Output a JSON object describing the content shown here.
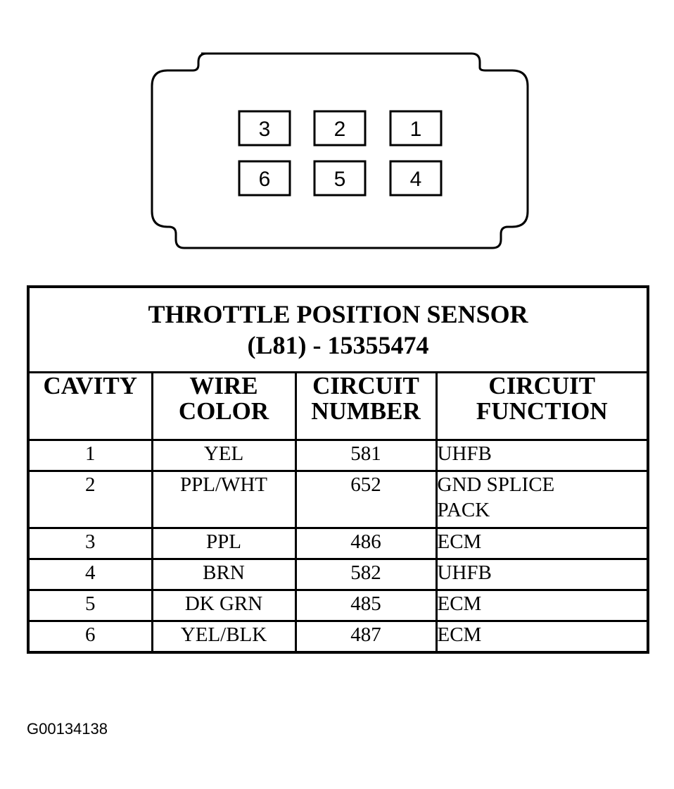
{
  "connector": {
    "cavities_row1": [
      "3",
      "2",
      "1"
    ],
    "cavities_row2": [
      "6",
      "5",
      "4"
    ]
  },
  "table": {
    "title_line1": "THROTTLE POSITION SENSOR",
    "title_line2": "(L81) - 15355474",
    "headers": [
      {
        "line1": "CAVITY",
        "line2": ""
      },
      {
        "line1": "WIRE",
        "line2": "COLOR"
      },
      {
        "line1": "CIRCUIT",
        "line2": "NUMBER"
      },
      {
        "line1": "CIRCUIT",
        "line2": "FUNCTION"
      }
    ],
    "rows": [
      {
        "cavity": "1",
        "color": "YEL",
        "number": "581",
        "function_line1": "UHFB",
        "function_line2": ""
      },
      {
        "cavity": "2",
        "color": "PPL/WHT",
        "number": "652",
        "function_line1": "GND SPLICE",
        "function_line2": "PACK"
      },
      {
        "cavity": "3",
        "color": "PPL",
        "number": "486",
        "function_line1": "ECM",
        "function_line2": ""
      },
      {
        "cavity": "4",
        "color": "BRN",
        "number": "582",
        "function_line1": "UHFB",
        "function_line2": ""
      },
      {
        "cavity": "5",
        "color": "DK GRN",
        "number": "485",
        "function_line1": "ECM",
        "function_line2": ""
      },
      {
        "cavity": "6",
        "color": "YEL/BLK",
        "number": "487",
        "function_line1": "ECM",
        "function_line2": ""
      }
    ]
  },
  "figure_code": "G00134138"
}
